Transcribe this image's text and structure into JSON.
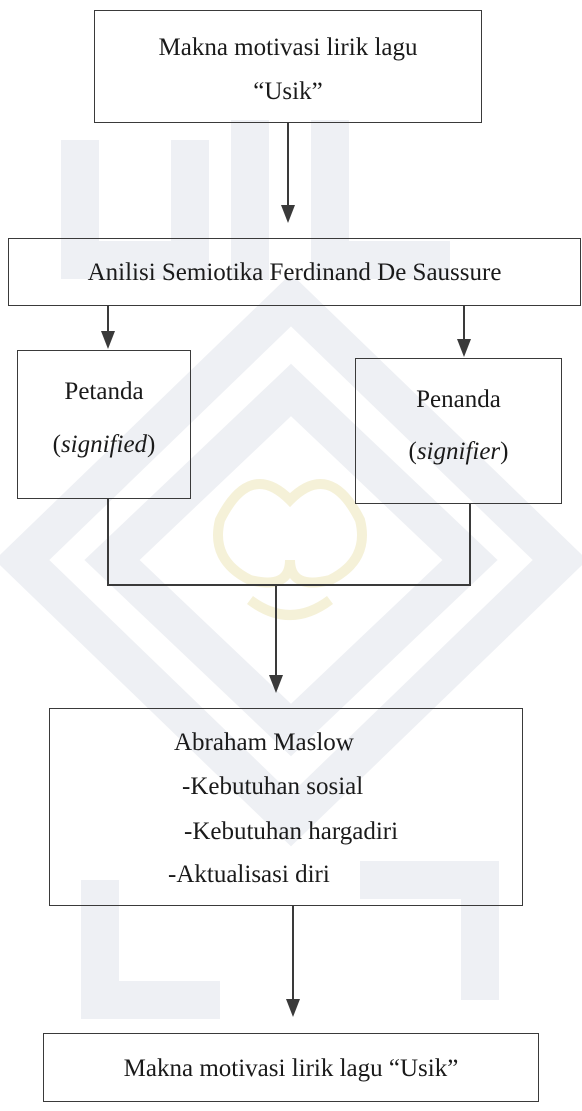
{
  "nodes": {
    "top": {
      "line1": "Makna motivasi lirik lagu",
      "line2": "“Usik”"
    },
    "method": {
      "label": "Anilisi Semiotika Ferdinand De Saussure"
    },
    "petanda": {
      "label": "Petanda",
      "open": "(",
      "term": "signified",
      "close": ")"
    },
    "penanda": {
      "label": "Penanda",
      "open": "(",
      "term": "signifier",
      "close": ")"
    },
    "maslow": {
      "title": "Abraham Maslow",
      "items": [
        "-Kebutuhan sosial",
        "-Kebutuhan hargadiri",
        "-Aktualisasi diri"
      ]
    },
    "bottom": {
      "label": "Makna motivasi lirik lagu “Usik”"
    }
  },
  "style": {
    "line_color": "#3a3a3a",
    "text_color": "#1a1a1a",
    "watermark_tint": "#eef0f4",
    "watermark_gold": "#f5f1d8"
  }
}
